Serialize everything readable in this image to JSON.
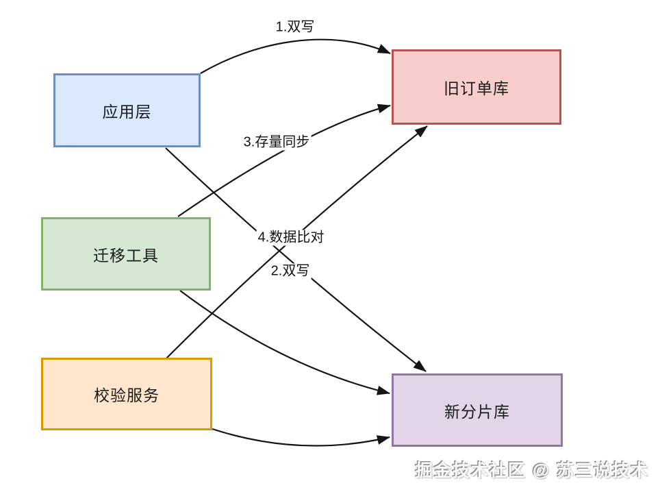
{
  "page": {
    "background": "#ffffff",
    "edge_color": "#141414"
  },
  "diagram": {
    "nodes": {
      "app": {
        "label": "应用层",
        "fill": "#dae8fc",
        "border": "#6c8ebf"
      },
      "migration": {
        "label": "迁移工具",
        "fill": "#d5e8d4",
        "border": "#82b366"
      },
      "validation": {
        "label": "校验服务",
        "fill": "#ffe6cc",
        "border": "#d79b00"
      },
      "old_db": {
        "label": "旧订单库",
        "fill": "#f8cecc",
        "border": "#b85450"
      },
      "new_db": {
        "label": "新分片库",
        "fill": "#e1d5e7",
        "border": "#9673a6"
      }
    },
    "edges": {
      "dual_write_1": {
        "label": "1.双写",
        "from": "应用层",
        "to": "旧订单库"
      },
      "full_sync": {
        "label": "3.存量同步",
        "from": "迁移工具",
        "to": "旧订单库"
      },
      "data_compare": {
        "label": "4.数据比对",
        "from": "校验服务",
        "to": "旧订单库"
      },
      "dual_write_2": {
        "label": "2.双写",
        "from": "应用层",
        "to": "新分片库"
      },
      "migration_to_new": {
        "from": "迁移工具",
        "to": "新分片库"
      },
      "validation_to_new": {
        "from": "校验服务",
        "to": "新分片库"
      }
    },
    "watermark": "掘金技术社区 @ 苏三说技术"
  }
}
